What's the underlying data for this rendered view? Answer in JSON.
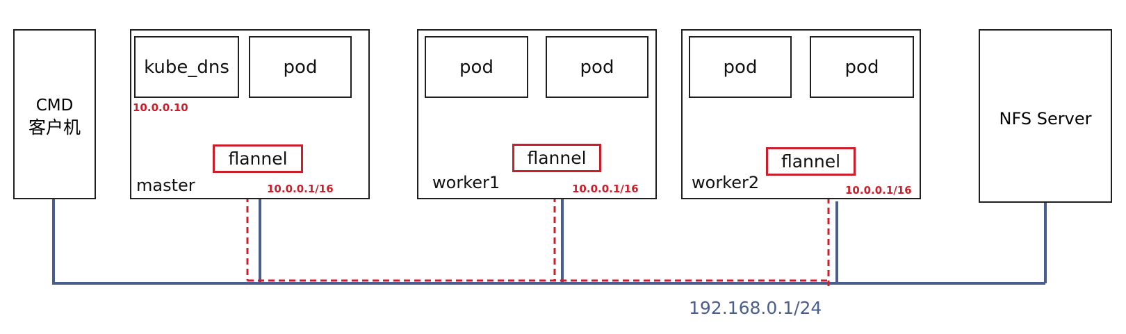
{
  "colors": {
    "network": "#4a5e8e",
    "overlay": "#cc1e2a",
    "border": "#1f1f1f",
    "text": "#111111"
  },
  "client": {
    "line1": "CMD",
    "line2": "客户机"
  },
  "master": {
    "label": "master",
    "pod1": "kube_dns",
    "pod2": "pod",
    "pod_ip": "10.0.0.10",
    "flannel": "flannel",
    "subnet": "10.0.0.1/16"
  },
  "worker1": {
    "label": "worker1",
    "pod1": "pod",
    "pod2": "pod",
    "flannel": "flannel",
    "subnet": "10.0.0.1/16"
  },
  "worker2": {
    "label": "worker2",
    "pod1": "pod",
    "pod2": "pod",
    "flannel": "flannel",
    "subnet": "10.0.0.1/16"
  },
  "nfs": {
    "label": "NFS Server"
  },
  "network": {
    "subnet": "192.168.0.1/24"
  }
}
